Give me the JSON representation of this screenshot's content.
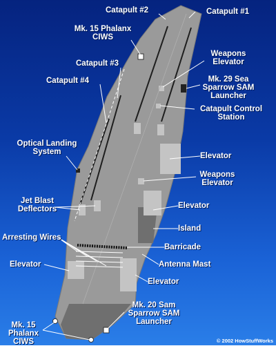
{
  "labels": {
    "catapult_2": "Catapult #2",
    "catapult_1": "Catapult #1",
    "phalanx_top": [
      "Mk. 15 Phalanx",
      "CIWS"
    ],
    "weapons_elevator_top": [
      "Weapons",
      "Elevator"
    ],
    "catapult_3": "Catapult #3",
    "sea_sparrow_29": [
      "Mk. 29 Sea",
      "Sparrow SAM",
      "Launcher"
    ],
    "catapult_4": "Catapult #4",
    "catapult_control": [
      "Catapult Control",
      "Station"
    ],
    "optical_landing": [
      "Optical Landing",
      "System"
    ],
    "elevator_1": "Elevator",
    "weapons_elevator_2": [
      "Weapons",
      "Elevator"
    ],
    "jet_blast": [
      "Jet Blast",
      "Deflectors"
    ],
    "elevator_2": "Elevator",
    "island": "Island",
    "arresting_wires": "Arresting Wires",
    "barricade": "Barricade",
    "elevator_left": "Elevator",
    "antenna_mast": "Antenna Mast",
    "elevator_3": "Elevator",
    "sea_sparrow_20": [
      "Mk. 20 Sam",
      "Sparrow SAM",
      "Launcher"
    ],
    "phalanx_bottom": [
      "Mk. 15",
      "Phalanx",
      "CIWS"
    ]
  },
  "credit": "© 2002 HowStuffWorks",
  "colors": {
    "deck": "#9a9a9a",
    "deck_dark": "#6f6f6f",
    "deck_light": "#c4c4c4",
    "lines": "#ffffff",
    "track": "#1e1e1e",
    "barricade": "#111111"
  }
}
